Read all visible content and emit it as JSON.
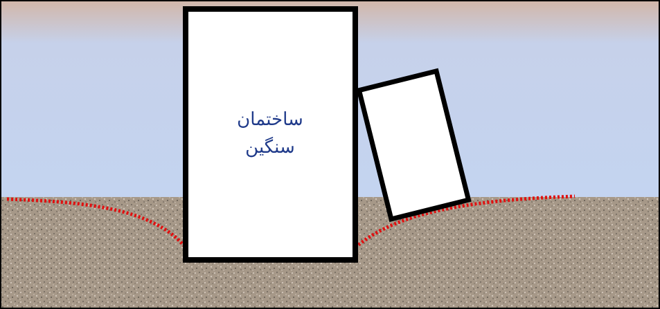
{
  "colors": {
    "sky_top": "#d2b6a8",
    "sky_mid": "#c6d1ea",
    "sky_bottom": "#c4d4f0",
    "ground_base": "#a69888",
    "ground_light": "#d2c7bb",
    "ground_dark": "#5f574f",
    "settlement_line": "#e01010",
    "building_fill": "#ffffff",
    "building_stroke": "#000000",
    "frame": "#000000",
    "label_text": "#1f3a8a"
  },
  "heavy_building": {
    "label_line1": "ساختمان",
    "label_line2": "سنگین"
  },
  "tilted_building_tilt_deg": -14
}
